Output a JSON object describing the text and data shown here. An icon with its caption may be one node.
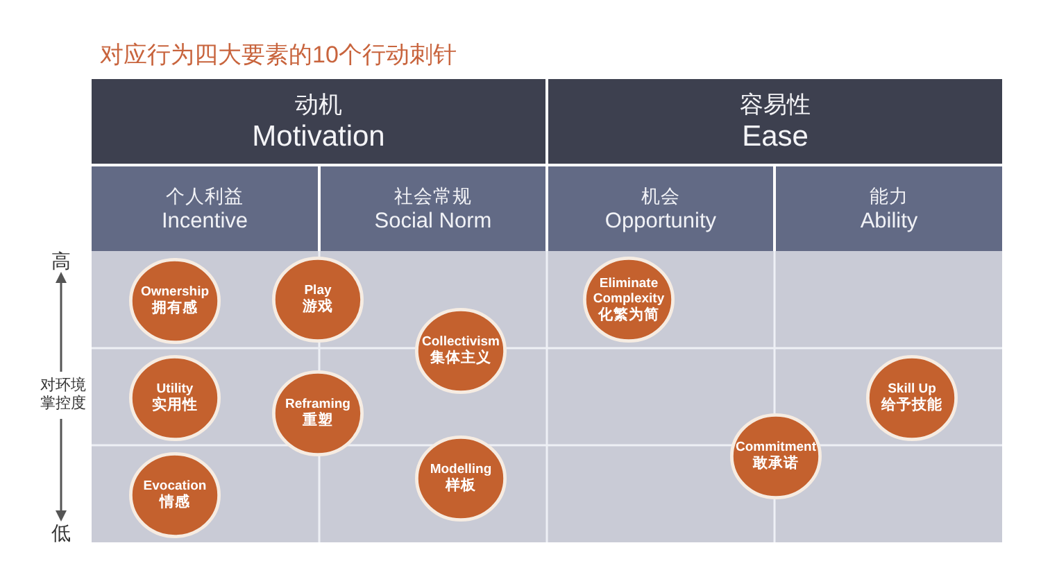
{
  "diagram": {
    "title": "对应行为四大要素的10个行动刺针",
    "nodes": [
      {
        "text": [
          "动机",
          "Motivation"
        ]
      },
      {
        "text": [
          "容易性",
          "Ease"
        ]
      },
      {
        "text": [
          "个人利益",
          "Incentive"
        ]
      },
      {
        "text": [
          "社会常规",
          "Social Norm"
        ]
      },
      {
        "text": [
          "机会",
          "Opportunity"
        ]
      },
      {
        "text": [
          "能力",
          "Ability"
        ]
      },
      {
        "text": [
          "Ownership",
          "拥有感"
        ]
      },
      {
        "text": [
          "Play",
          "游戏"
        ]
      },
      {
        "text": [
          "Eliminate Complexity",
          "化繁为简"
        ]
      },
      {
        "text": [
          "Collectivism",
          "集体主义"
        ]
      },
      {
        "text": [
          "Utility",
          "实用性"
        ]
      },
      {
        "text": [
          "Reframing",
          "重塑"
        ]
      },
      {
        "text": [
          "Skill Up",
          "给予技能"
        ]
      },
      {
        "text": [
          "Commitment",
          "敢承诺"
        ]
      },
      {
        "text": [
          "Evocation",
          "情感"
        ]
      },
      {
        "text": [
          "Modelling",
          "样板"
        ]
      }
    ],
    "labels": [
      "高",
      "对环境掌控度",
      "低"
    ]
  }
}
